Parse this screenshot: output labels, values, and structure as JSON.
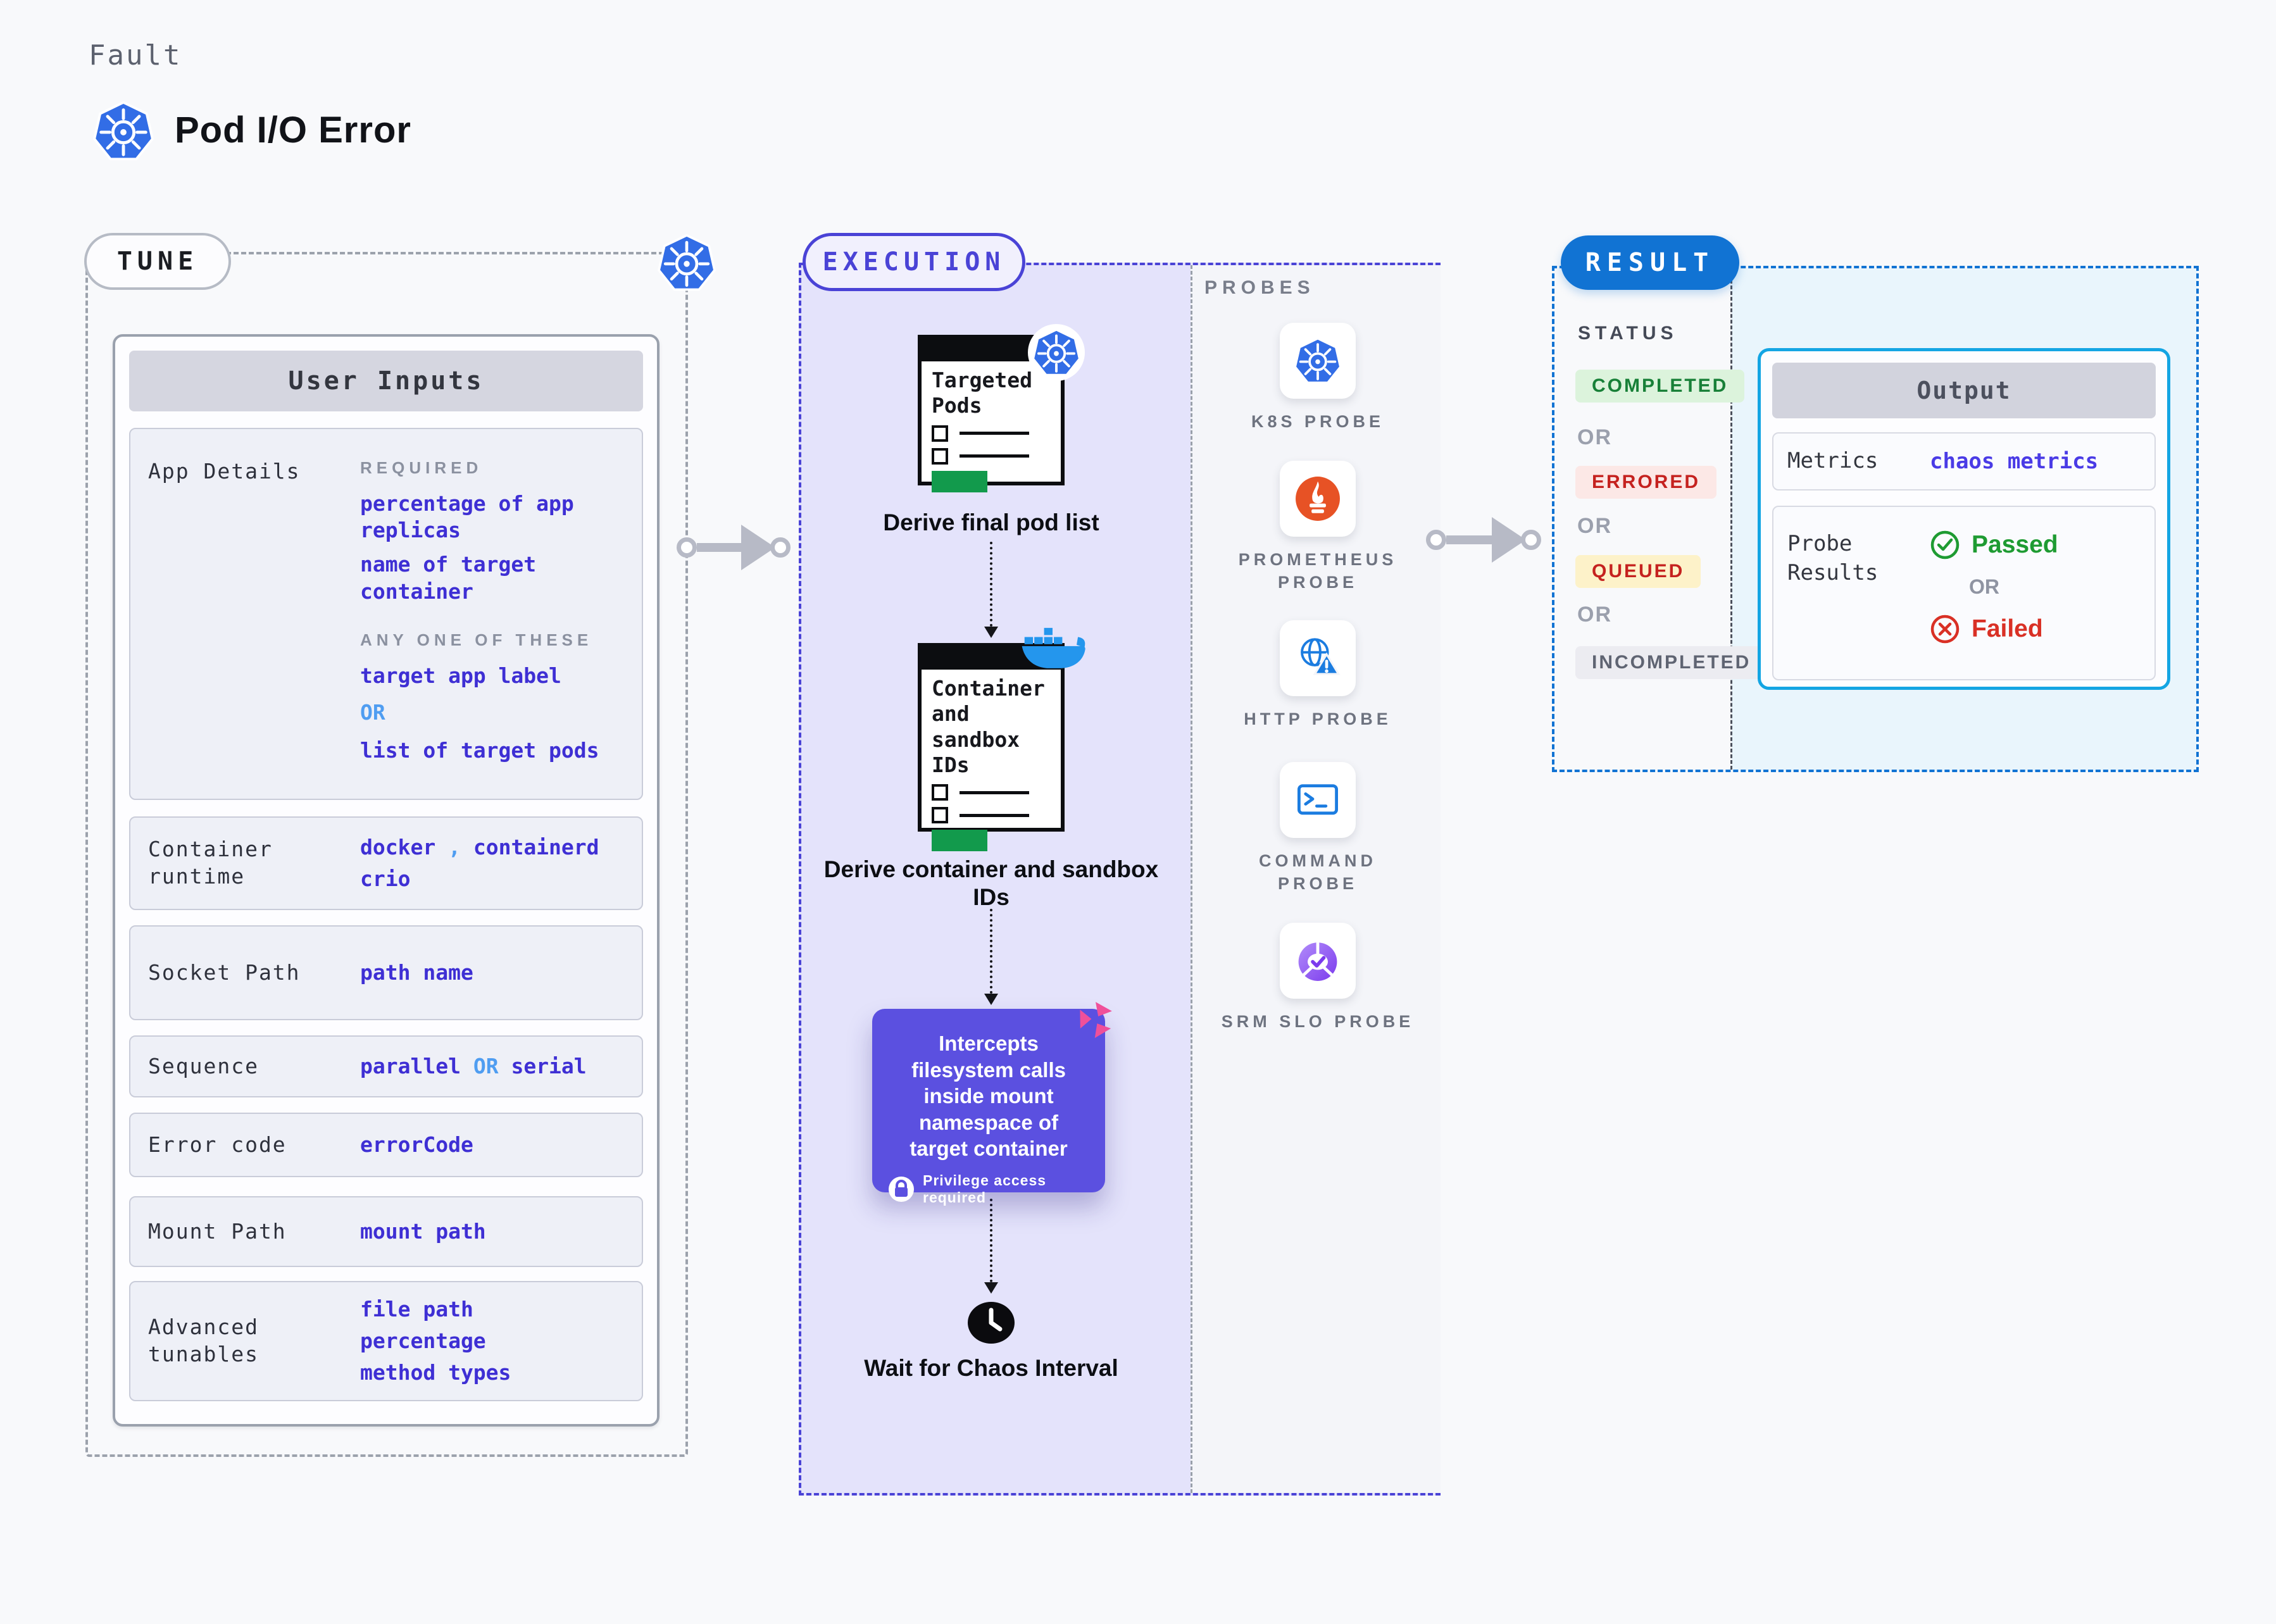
{
  "header": {
    "kicker": "Fault",
    "title": "Pod I/O Error",
    "logo_icon": "kubernetes-icon"
  },
  "tune": {
    "badge": "TUNE",
    "corner_icon": "kubernetes-icon",
    "card_title": "User Inputs",
    "app_details": {
      "label": "App Details",
      "required_heading": "REQUIRED",
      "required_values": [
        "percentage of app replicas",
        "name of target container"
      ],
      "any_heading": "ANY ONE OF THESE",
      "option_a": "target app label",
      "or": "OR",
      "option_b": "list of target pods"
    },
    "container_runtime": {
      "label": "Container runtime",
      "value_1": "docker",
      "separator": ",",
      "value_2": "containerd",
      "value_3": "crio"
    },
    "socket_path": {
      "label": "Socket Path",
      "value": "path name"
    },
    "sequence": {
      "label": "Sequence",
      "value_1": "parallel",
      "or": "OR",
      "value_2": "serial"
    },
    "error_code": {
      "label": "Error code",
      "value": "errorCode"
    },
    "mount_path": {
      "label": "Mount Path",
      "value": "mount path"
    },
    "advanced_tunables": {
      "label": "Advanced tunables",
      "values": [
        "file path",
        "percentage",
        "method types"
      ]
    }
  },
  "execution": {
    "badge": "EXECUTION",
    "steps": [
      {
        "icon": "kubernetes-icon",
        "doc_title": "Targeted Pods",
        "caption": "Derive final pod list"
      },
      {
        "icon": "docker-icon",
        "doc_title": "Container and sandbox IDs",
        "caption": "Derive container and sandbox IDs"
      }
    ],
    "intercept": {
      "text": "Intercepts filesystem calls inside mount namespace of target container",
      "lock_icon": "lock-icon",
      "badge": "Privilege access required",
      "corner_icon": "litmus-icon"
    },
    "wait": {
      "icon": "clock-icon",
      "caption": "Wait for Chaos Interval"
    }
  },
  "probes": {
    "heading": "PROBES",
    "items": [
      {
        "icon": "kubernetes-icon",
        "label": "K8S PROBE"
      },
      {
        "icon": "prometheus-icon",
        "label": "PROMETHEUS PROBE"
      },
      {
        "icon": "http-globe-icon",
        "label": "HTTP PROBE"
      },
      {
        "icon": "terminal-icon",
        "label": "COMMAND PROBE"
      },
      {
        "icon": "slo-donut-icon",
        "label": "SRM SLO PROBE"
      }
    ]
  },
  "result": {
    "badge": "RESULT",
    "status_heading": "STATUS",
    "or": "OR",
    "statuses": [
      {
        "label": "COMPLETED",
        "type": "completed"
      },
      {
        "label": "ERRORED",
        "type": "errored"
      },
      {
        "label": "QUEUED",
        "type": "queued"
      },
      {
        "label": "INCOMPLETED",
        "type": "incompleted"
      }
    ],
    "output": {
      "title": "Output",
      "metrics_label": "Metrics",
      "metrics_value": "chaos metrics",
      "probe_results_label": "Probe Results",
      "passed": "Passed",
      "or": "OR",
      "failed": "Failed"
    }
  },
  "colors": {
    "page_bg": "#f8f9fb",
    "accent_indigo": "#4a43d6",
    "accent_blue": "#1173d3",
    "execution_bg": "#e4e3fb",
    "probes_bg": "#f4f5f9",
    "result_bg": "#e9f5fc",
    "value_indigo": "#3e2fd4",
    "or_light_blue": "#4f9df1",
    "purple_box": "#5b50e0",
    "passed_green": "#1e9b32",
    "failed_red": "#d93025",
    "completed_green": "#188038",
    "errored_red": "#c5221f",
    "queued_bg": "#fdf2c9",
    "incompleted_gray": "#5f6472",
    "k8s_blue": "#326de6",
    "docker_blue": "#2496ed",
    "prometheus_orange": "#e75225",
    "litmus_pink": "#f0509a",
    "clipboard_green": "#129a4c"
  }
}
